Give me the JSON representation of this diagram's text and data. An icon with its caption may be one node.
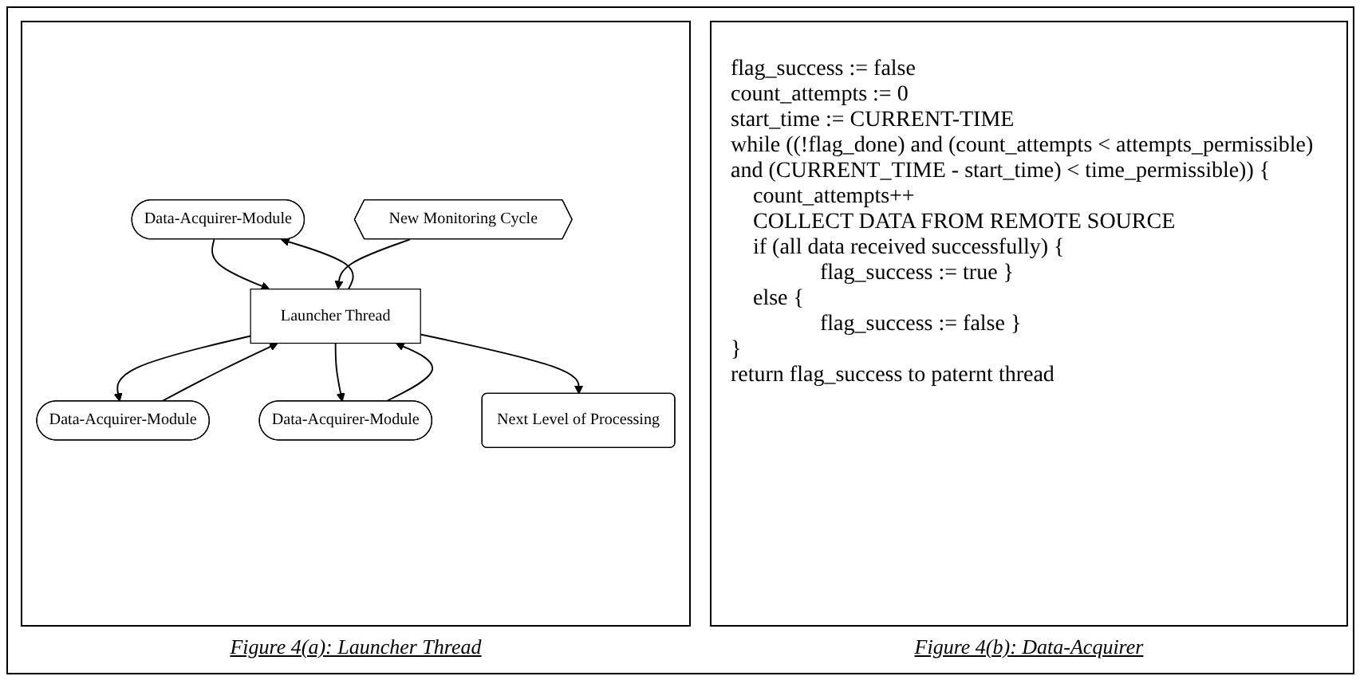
{
  "diagram": {
    "nodes": [
      {
        "text": [
          "Data-Acquirer-Module"
        ]
      },
      {
        "text": [
          "Data-Acquirer-Module"
        ]
      },
      {
        "text": [
          "Data-Acquirer-Module"
        ]
      },
      {
        "text": [
          "Launcher Thread"
        ]
      },
      {
        "text": [
          "New Monitoring Cycle"
        ]
      },
      {
        "text": [
          "Next Level of Processing"
        ]
      }
    ],
    "edges": [
      {
        "from": 3,
        "to": 0,
        "arrow": "to"
      },
      {
        "from": 3,
        "to": 1,
        "arrow": "to"
      },
      {
        "from": 3,
        "to": 2,
        "arrow": "to"
      },
      {
        "from": 2,
        "to": 3,
        "arrow": "to"
      },
      {
        "from": 1,
        "to": 3,
        "arrow": "to"
      },
      {
        "from": 0,
        "to": 3,
        "arrow": "to"
      },
      {
        "from": 4,
        "to": 3,
        "arrow": "to"
      },
      {
        "from": 3,
        "to": 5,
        "arrow": "to"
      }
    ],
    "labels": [
      "flag_success := false",
      "count_attempts := 0",
      "start_time := CURRENT-TIME",
      "while ((!flag_done) and (count_attempts < attempts_permissible) and (CURRENT_TIME - start_time) < time_permissible)) {",
      "count_attempts++",
      "COLLECT DATA FROM REMOTE SOURCE",
      "if (all data received successfully) {",
      "flag_success := true }",
      "else {",
      "flag_success := false }",
      "}",
      "return flag_success to paternt thread",
      "Figure 4(a): Launcher Thread",
      "Figure 4(b): Data-Acquirer"
    ]
  }
}
